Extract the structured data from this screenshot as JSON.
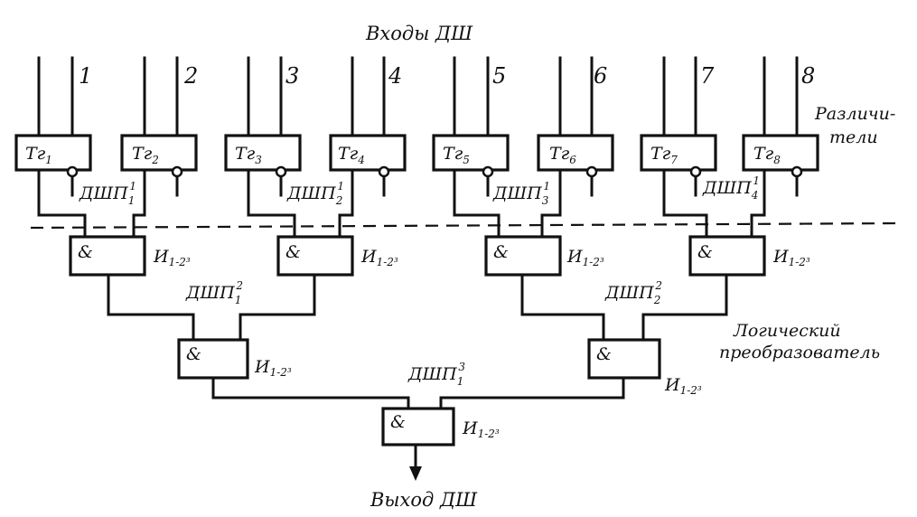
{
  "title": "Входы ДШ",
  "output_label": "Выход ДШ",
  "discriminators_label": "Различи-\nтели",
  "logic_label": "Логический\nпреобразователь",
  "inputs": [
    {
      "number": "1",
      "trigger": "Тг",
      "sub": "1"
    },
    {
      "number": "2",
      "trigger": "Тг",
      "sub": "2"
    },
    {
      "number": "3",
      "trigger": "Тг",
      "sub": "3"
    },
    {
      "number": "4",
      "trigger": "Тг",
      "sub": "4"
    },
    {
      "number": "5",
      "trigger": "Тг",
      "sub": "5"
    },
    {
      "number": "6",
      "trigger": "Тг",
      "sub": "6"
    },
    {
      "number": "7",
      "trigger": "Тг",
      "sub": "7"
    },
    {
      "number": "8",
      "trigger": "Тг",
      "sub": "8"
    }
  ],
  "stage1": [
    {
      "dsh": "ДШП",
      "dsh_sub": "1",
      "dsh_sup": "1",
      "gate": "&",
      "gate_label": "И",
      "gate_sub": "1-2³"
    },
    {
      "dsh": "ДШП",
      "dsh_sub": "2",
      "dsh_sup": "1",
      "gate": "&",
      "gate_label": "И",
      "gate_sub": "1-2³"
    },
    {
      "dsh": "ДШП",
      "dsh_sub": "3",
      "dsh_sup": "1",
      "gate": "&",
      "gate_label": "И",
      "gate_sub": "1-2³"
    },
    {
      "dsh": "ДШП",
      "dsh_sub": "4",
      "dsh_sup": "1",
      "gate": "&",
      "gate_label": "И",
      "gate_sub": "1-2³"
    }
  ],
  "stage2": [
    {
      "dsh": "ДШП",
      "dsh_sub": "1",
      "dsh_sup": "2",
      "gate": "&",
      "gate_label": "И",
      "gate_sub": "1-2³"
    },
    {
      "dsh": "ДШП",
      "dsh_sub": "2",
      "dsh_sup": "2",
      "gate": "&",
      "gate_label": "И",
      "gate_sub": "1-2³"
    }
  ],
  "stage3": {
    "dsh": "ДШП",
    "dsh_sub": "1",
    "dsh_sup": "3",
    "gate": "&",
    "gate_label": "И",
    "gate_sub": "1-2³"
  }
}
